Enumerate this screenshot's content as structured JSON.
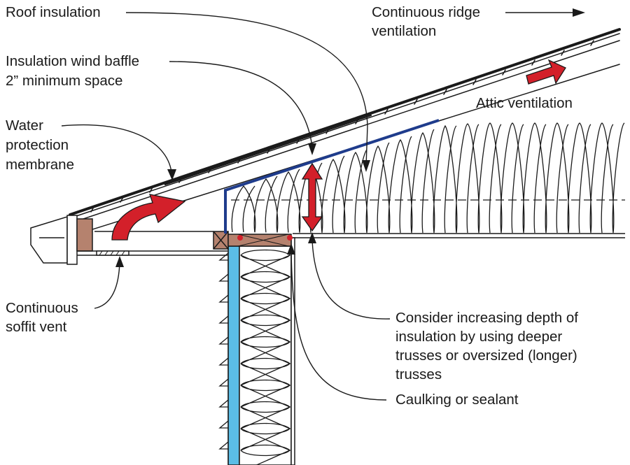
{
  "labels": {
    "roof_insulation": "Roof insulation",
    "ridge_vent_line1": "Continuous ridge",
    "ridge_vent_line2": "ventilation",
    "baffle_line1": "Insulation wind baffle",
    "baffle_line2": "2” minimum space",
    "attic_ventilation": "Attic ventilation",
    "membrane_line1": "Water",
    "membrane_line2": "protection",
    "membrane_line3": "membrane",
    "soffit_line1": "Continuous",
    "soffit_line2": "soffit vent",
    "depth_line1": "Consider increasing depth of",
    "depth_line2": "insulation by using deeper",
    "depth_line3": "trusses or oversized (longer)",
    "depth_line4": "trusses",
    "caulking": "Caulking or sealant"
  },
  "colors": {
    "airflow_arrow": "#d3202a",
    "wind_baffle": "#1f3c8c",
    "sheathing": "#5bbde6",
    "lumber": "#b5826e",
    "outline": "#1a1a1a"
  }
}
